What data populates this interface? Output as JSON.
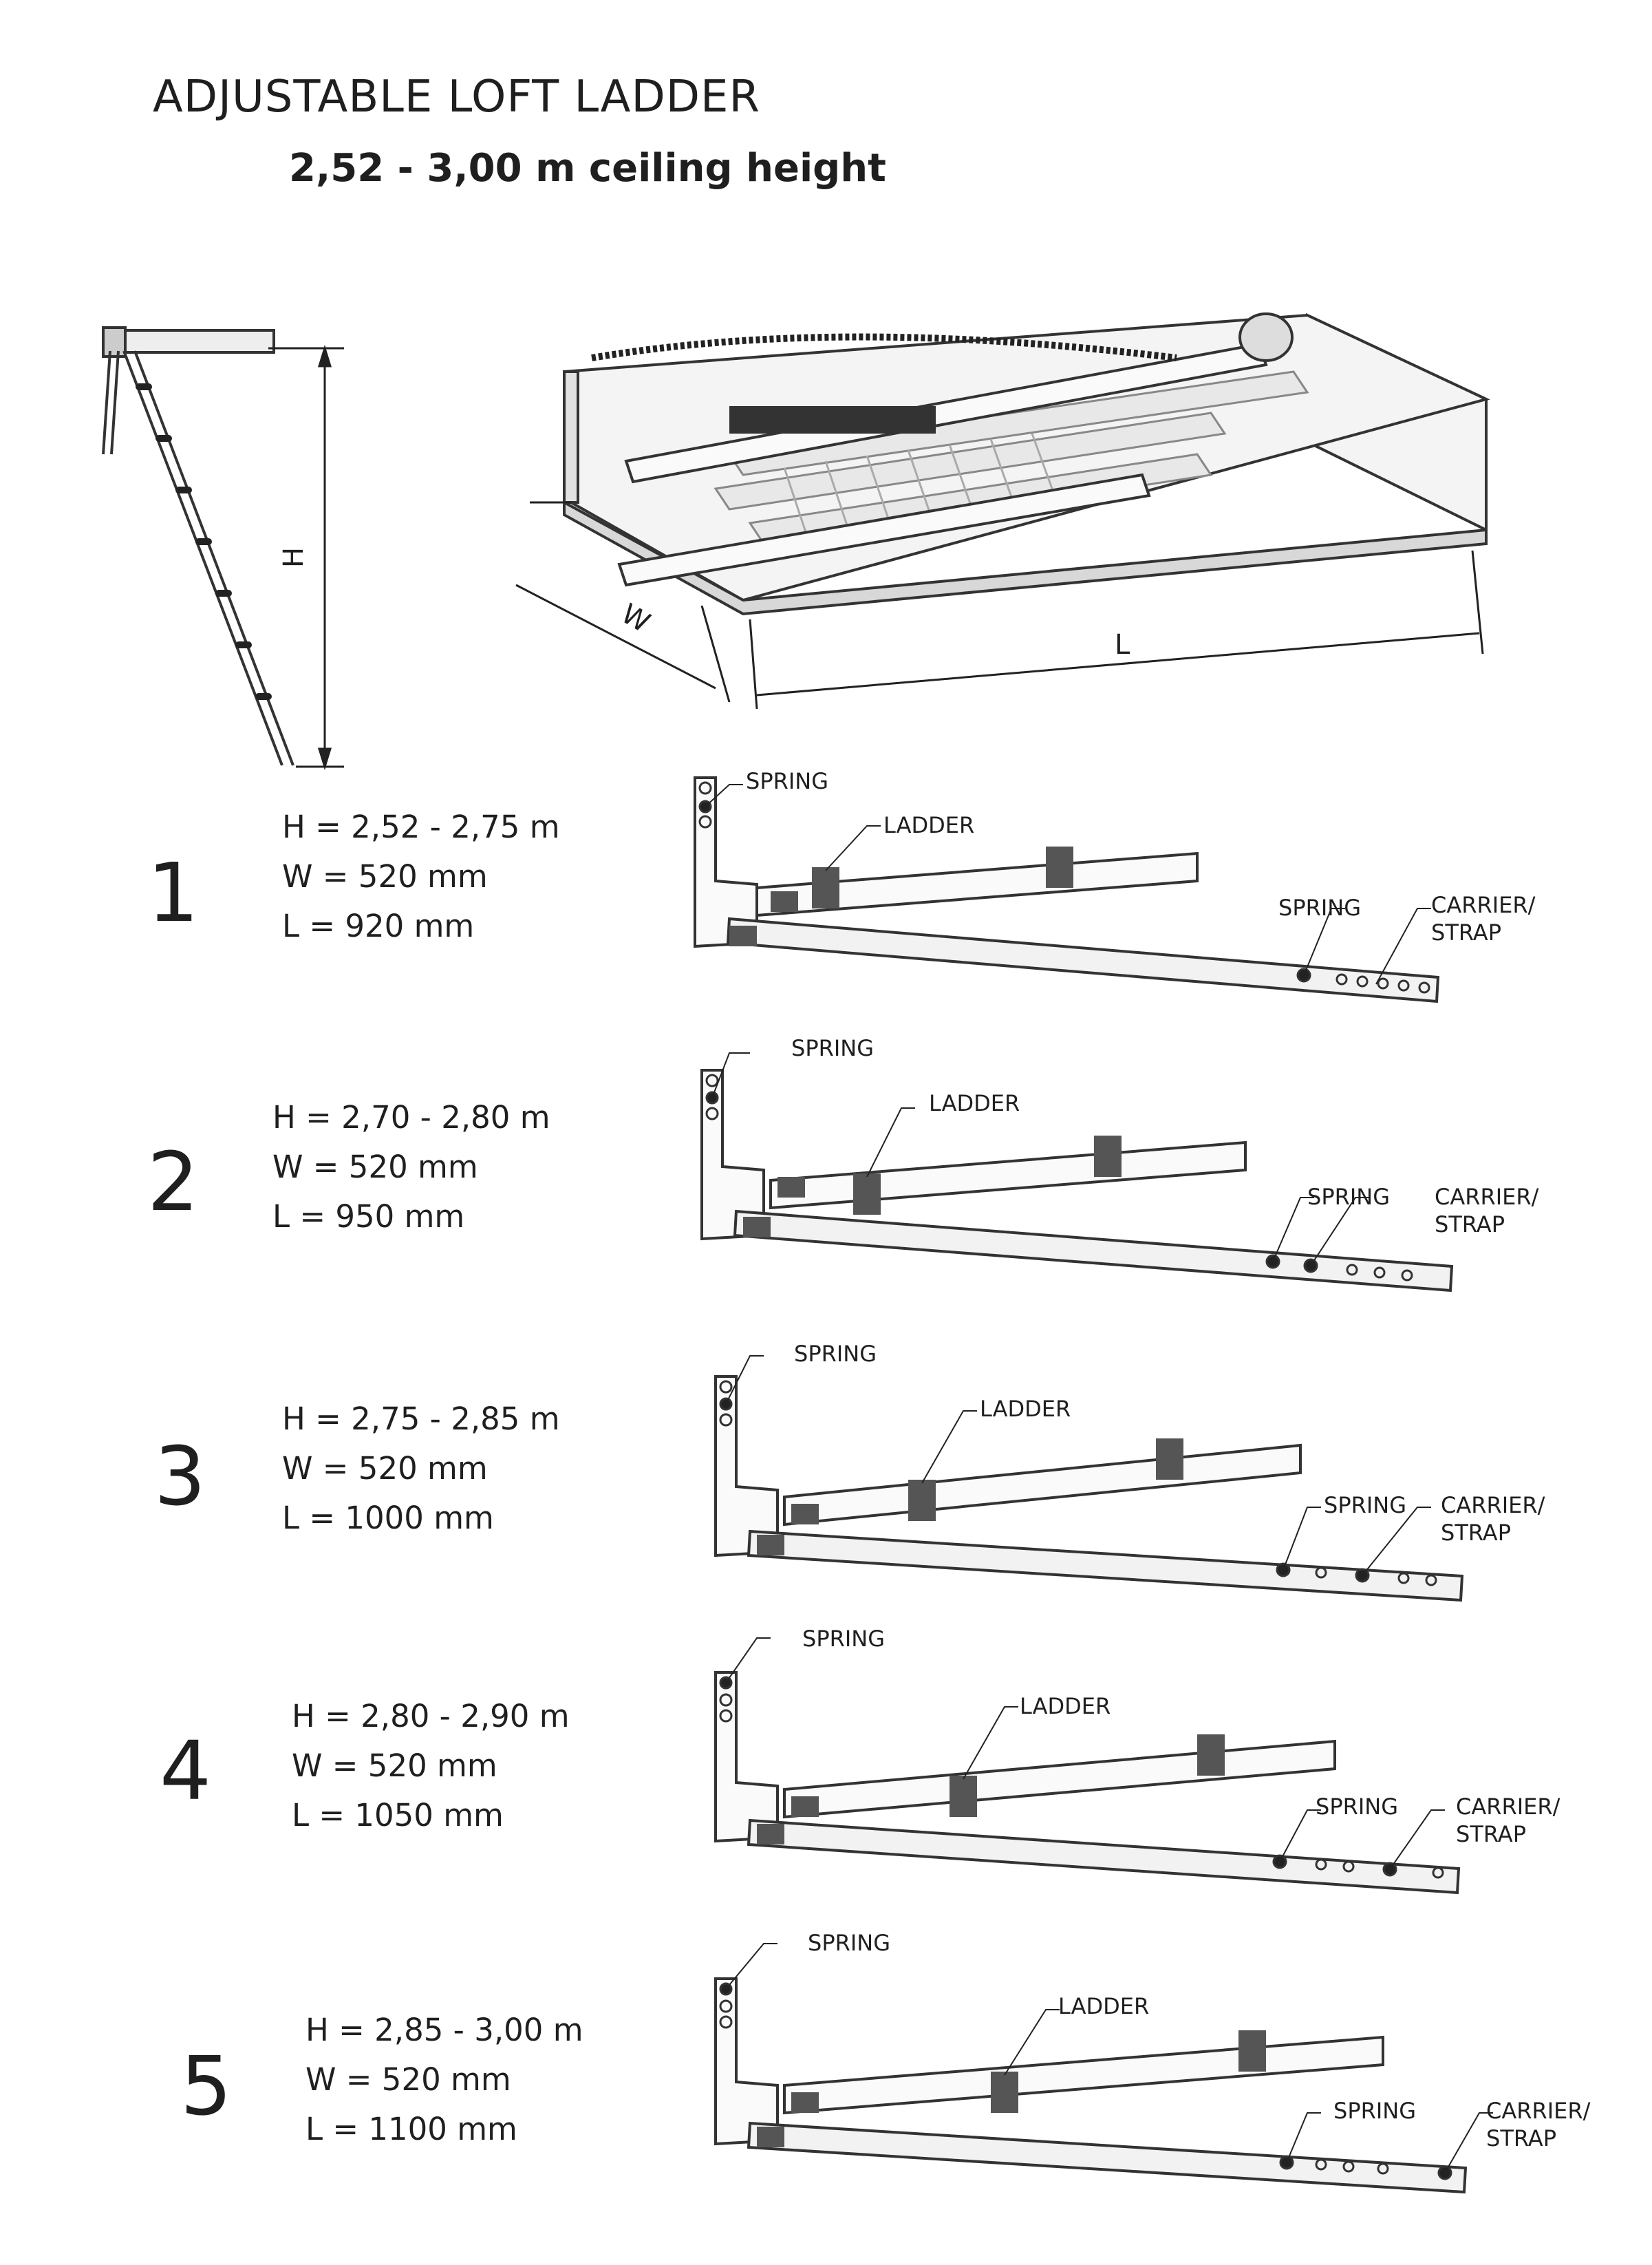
{
  "title": "ADJUSTABLE LOFT LADDER",
  "subtitle": "2,52 - 3,00 m ceiling height",
  "dimension_labels": {
    "h": "H",
    "w": "W",
    "l": "L"
  },
  "part_labels": {
    "spring": "SPRING",
    "ladder": "LADDER",
    "carrier_line1": "CARRIER/",
    "carrier_line2": "STRAP"
  },
  "configurations": [
    {
      "number": "1",
      "h": "H = 2,52 - 2,75 m",
      "w": "W = 520 mm",
      "l": "L = 920 mm"
    },
    {
      "number": "2",
      "h": "H = 2,70 - 2,80 m",
      "w": "W = 520 mm",
      "l": "L = 950 mm"
    },
    {
      "number": "3",
      "h": "H = 2,75 - 2,85 m",
      "w": "W = 520 mm",
      "l": "L = 1000 mm"
    },
    {
      "number": "4",
      "h": "H = 2,80 - 2,90 m",
      "w": "W = 520 mm",
      "l": "L = 1050 mm"
    },
    {
      "number": "5",
      "h": "H = 2,85 - 3,00 m",
      "w": "W = 520 mm",
      "l": "L = 1100 mm"
    }
  ]
}
